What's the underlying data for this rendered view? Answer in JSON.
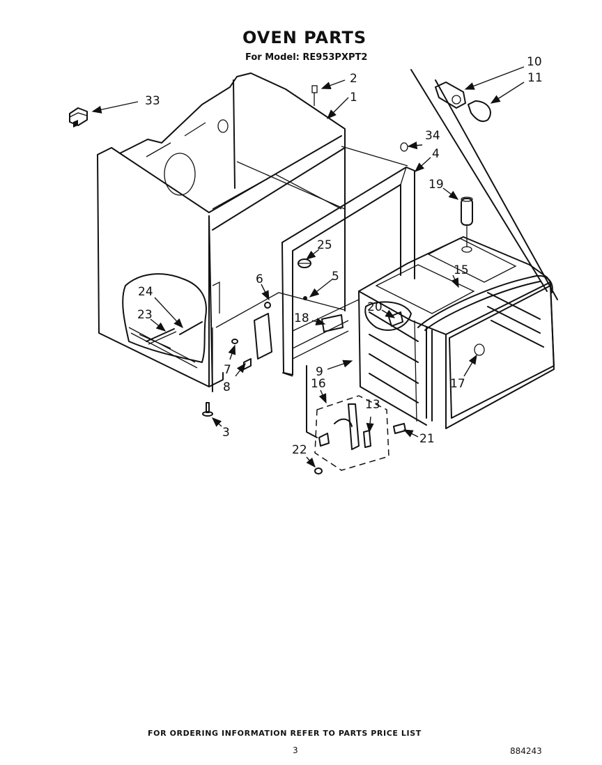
{
  "header": {
    "title": "OVEN PARTS",
    "model_line": "For Model: RE953PXPT2"
  },
  "footer": {
    "ordering_note": "FOR ORDERING INFORMATION REFER TO PARTS PRICE LIST",
    "page_number": "3",
    "document_number": "884243"
  },
  "callouts": {
    "c1": "1",
    "c2": "2",
    "c3": "3",
    "c4": "4",
    "c5": "5",
    "c6": "6",
    "c7": "7",
    "c8": "8",
    "c9": "9",
    "c10": "10",
    "c11": "11",
    "c13": "13",
    "c15": "15",
    "c16": "16",
    "c17": "17",
    "c18": "18",
    "c19": "19",
    "c20": "20",
    "c21": "21",
    "c22": "22",
    "c23": "23",
    "c24": "24",
    "c25": "25",
    "c33": "33",
    "c34": "34"
  }
}
